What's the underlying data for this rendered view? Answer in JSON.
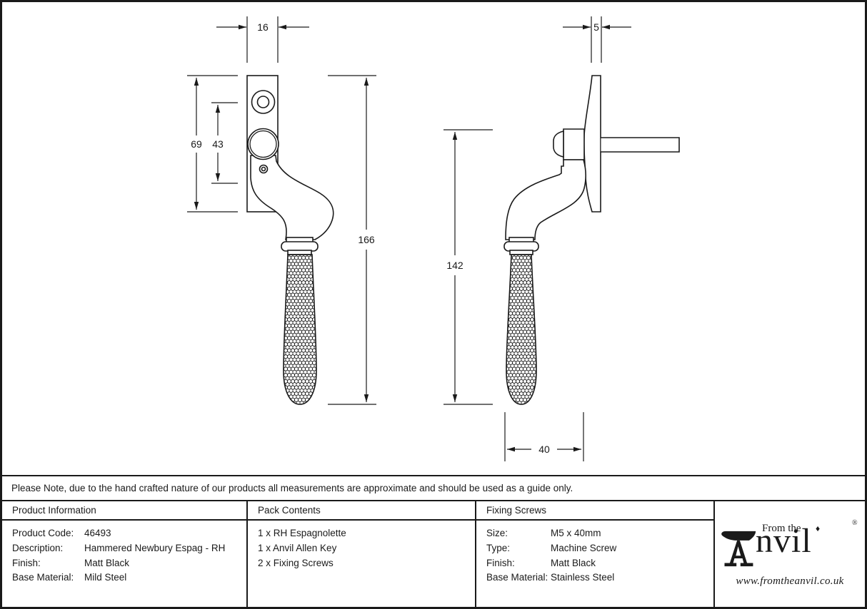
{
  "colors": {
    "ink": "#1a1a1a",
    "paper": "#ffffff"
  },
  "drawing": {
    "front_view": {
      "dim_width": "16",
      "dim_plate_height": "69",
      "dim_hole_spacing": "43",
      "dim_total_height": "166"
    },
    "side_view": {
      "dim_plate_thickness": "5",
      "dim_height": "142",
      "dim_depth": "40"
    }
  },
  "note": {
    "text": "Please Note, due to the hand crafted nature of our products all measurements are approximate and should be used as a guide only."
  },
  "table": {
    "product_information": {
      "header": "Product Information",
      "rows": [
        {
          "label": "Product Code:",
          "value": "46493"
        },
        {
          "label": "Description:",
          "value": "Hammered Newbury Espag - RH"
        },
        {
          "label": "Finish:",
          "value": "Matt Black"
        },
        {
          "label": "Base Material:",
          "value": "Mild Steel"
        }
      ]
    },
    "pack_contents": {
      "header": "Pack Contents",
      "items": [
        "1 x RH Espagnolette",
        "1 x Anvil Allen Key",
        "2 x Fixing Screws"
      ]
    },
    "fixing_screws": {
      "header": "Fixing Screws",
      "rows": [
        {
          "label": "Size:",
          "value": "M5 x 40mm"
        },
        {
          "label": "Type:",
          "value": "Machine Screw"
        },
        {
          "label": "Finish:",
          "value": "Matt Black"
        },
        {
          "label": "Base Material:",
          "value": "Stainless Steel"
        }
      ]
    }
  },
  "logo": {
    "prefix": "From the",
    "brand_suffix": "nvil",
    "diamond": "♦",
    "registered": "®",
    "url": "www.fromtheanvil.co.uk"
  }
}
